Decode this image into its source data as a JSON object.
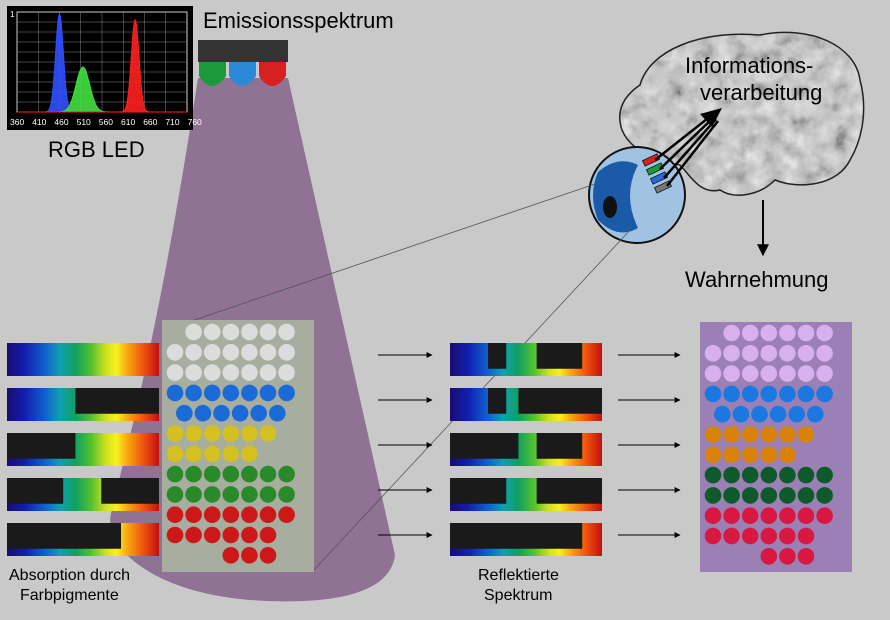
{
  "labels": {
    "emission": "Emissionsspektrum",
    "rgb_led": "RGB LED",
    "info_line1": "Informations-",
    "info_line2": "verarbeitung",
    "perception": "Wahrnehmung",
    "absorption_line1": "Absorption durch",
    "absorption_line2": "Farbpigmente",
    "reflected_line1": "Reflektierte",
    "reflected_line2": "Spektrum"
  },
  "led_spectrum_chart": {
    "type": "line",
    "x_ticks": [
      "360",
      "410",
      "460",
      "510",
      "560",
      "610",
      "660",
      "710",
      "760"
    ],
    "y_tick": "1",
    "xlim": [
      360,
      760
    ],
    "ylim": [
      0,
      1
    ],
    "peaks": [
      {
        "color": "#3050ff",
        "center": 460,
        "height": 0.98
      },
      {
        "color": "#40e040",
        "center": 515,
        "height": 0.45
      },
      {
        "color": "#ff2020",
        "center": 638,
        "height": 0.92
      }
    ]
  },
  "colors": {
    "background": "#c9c9c9",
    "beam": "#8a6a8f",
    "led_green": "#1a9a3a",
    "led_blue": "#2a8ad8",
    "led_red": "#d82020"
  },
  "absorption_spectra": [
    {
      "pigment": "white",
      "blocks": []
    },
    {
      "pigment": "blue",
      "blocks": [
        [
          0.45,
          1.0
        ]
      ]
    },
    {
      "pigment": "yellow",
      "blocks": [
        [
          0.0,
          0.45
        ]
      ]
    },
    {
      "pigment": "green",
      "blocks": [
        [
          0.0,
          0.37
        ],
        [
          0.62,
          1.0
        ]
      ]
    },
    {
      "pigment": "red",
      "blocks": [
        [
          0.0,
          0.75
        ]
      ]
    }
  ],
  "reflected_spectra": [
    {
      "pigment": "white",
      "blocks": [
        [
          0.25,
          0.37
        ],
        [
          0.57,
          0.87
        ]
      ]
    },
    {
      "pigment": "blue",
      "blocks": [
        [
          0.25,
          0.37
        ],
        [
          0.45,
          1.0
        ]
      ]
    },
    {
      "pigment": "yellow",
      "blocks": [
        [
          0.0,
          0.45
        ],
        [
          0.57,
          0.87
        ]
      ]
    },
    {
      "pigment": "green",
      "blocks": [
        [
          0.0,
          0.37
        ],
        [
          0.57,
          1.0
        ]
      ]
    },
    {
      "pigment": "red",
      "blocks": [
        [
          0.0,
          0.87
        ]
      ]
    }
  ],
  "dot_rows": [
    {
      "under_light": "#dcdcdc",
      "perceived": "#d9b0ee",
      "count": 6,
      "offset": 0.0
    },
    {
      "under_light": "#dcdcdc",
      "perceived": "#d9b0ee",
      "count": 7,
      "offset": 0.0
    },
    {
      "under_light": "#dcdcdc",
      "perceived": "#d9b0ee",
      "count": 7,
      "offset": 0.0
    },
    {
      "under_light": "#1a6ad8",
      "perceived": "#1a78e0",
      "count": 7,
      "offset": 0.0
    },
    {
      "under_light": "#1a6ad8",
      "perceived": "#1a78e0",
      "count": 6,
      "offset": 0.5
    },
    {
      "under_light": "#d4c020",
      "perceived": "#d8820a",
      "count": 6,
      "offset": 0.0
    },
    {
      "under_light": "#d4c020",
      "perceived": "#d8820a",
      "count": 5,
      "offset": 0.0
    },
    {
      "under_light": "#2a8a2a",
      "perceived": "#0e5a2a",
      "count": 7,
      "offset": 0.0
    },
    {
      "under_light": "#2a8a2a",
      "perceived": "#0e5a2a",
      "count": 7,
      "offset": 0.0
    },
    {
      "under_light": "#cc1818",
      "perceived": "#d81840",
      "count": 7,
      "offset": 0.0
    },
    {
      "under_light": "#cc1818",
      "perceived": "#d81840",
      "count": 6,
      "offset": 0.0
    },
    {
      "under_light": "#cc1818",
      "perceived": "#d81840",
      "count": 3,
      "offset": 3.0
    }
  ]
}
